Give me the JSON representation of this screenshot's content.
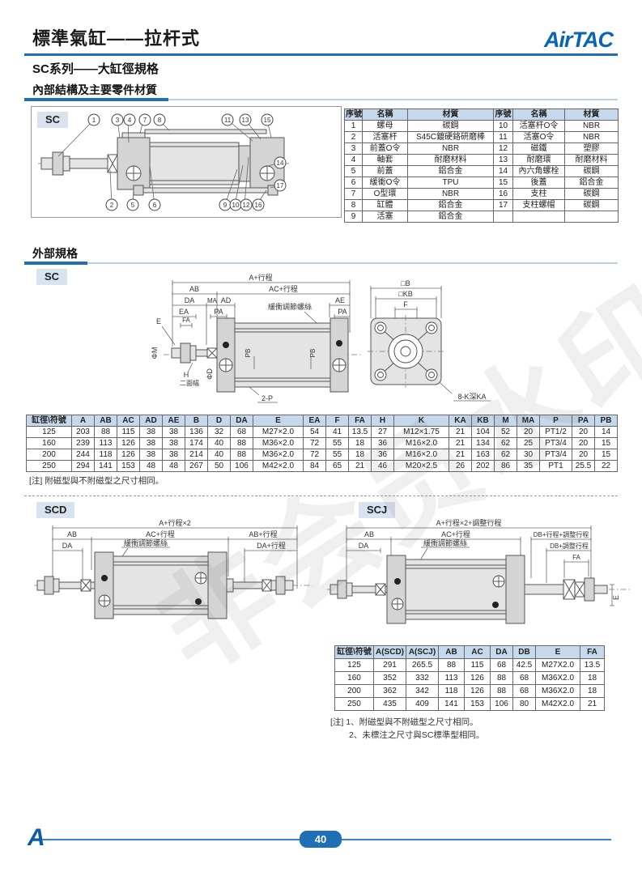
{
  "page": {
    "title": "標準氣缸——拉杆式",
    "subtitle": "SC系列——大缸徑規格",
    "logo": "AirTAC",
    "page_number": "40",
    "watermark": "非会员水印"
  },
  "sections": {
    "internal_heading": "內部結構及主要零件材質",
    "external_heading": "外部規格",
    "tag_sc_internal": "SC",
    "tag_sc": "SC",
    "tag_scd": "SCD",
    "tag_scj": "SCJ"
  },
  "parts_table": {
    "headers": [
      "序號",
      "名稱",
      "材質",
      "序號",
      "名稱",
      "材質"
    ],
    "rows": [
      [
        "1",
        "螺母",
        "碳鋼",
        "10",
        "活塞杆O令",
        "NBR"
      ],
      [
        "2",
        "活塞杆",
        "S45C鍍硬鉻研磨棒",
        "11",
        "活塞O令",
        "NBR"
      ],
      [
        "3",
        "前蓋O令",
        "NBR",
        "12",
        "磁鐵",
        "塑膠"
      ],
      [
        "4",
        "軸套",
        "耐磨材料",
        "13",
        "耐磨環",
        "耐磨材料"
      ],
      [
        "5",
        "前蓋",
        "鋁合金",
        "14",
        "內六角螺栓",
        "碳鋼"
      ],
      [
        "6",
        "緩衝O令",
        "TPU",
        "15",
        "後蓋",
        "鋁合金"
      ],
      [
        "7",
        "O型環",
        "NBR",
        "16",
        "支柱",
        "碳鋼"
      ],
      [
        "8",
        "缸體",
        "鋁合金",
        "17",
        "支柱螺帽",
        "碳鋼"
      ],
      [
        "9",
        "活塞",
        "鋁合金",
        "",
        "",
        ""
      ]
    ]
  },
  "sc_table": {
    "headers": [
      "缸徑\\符號",
      "A",
      "AB",
      "AC",
      "AD",
      "AE",
      "B",
      "D",
      "DA",
      "E",
      "EA",
      "F",
      "FA",
      "H",
      "K",
      "KA",
      "KB",
      "M",
      "MA",
      "P",
      "PA",
      "PB"
    ],
    "rows": [
      [
        "125",
        "203",
        "88",
        "115",
        "38",
        "38",
        "136",
        "32",
        "68",
        "M27×2.0",
        "54",
        "41",
        "13.5",
        "27",
        "M12×1.75",
        "21",
        "104",
        "52",
        "20",
        "PT1/2",
        "20",
        "14"
      ],
      [
        "160",
        "239",
        "113",
        "126",
        "38",
        "38",
        "174",
        "40",
        "88",
        "M36×2.0",
        "72",
        "55",
        "18",
        "36",
        "M16×2.0",
        "21",
        "134",
        "62",
        "25",
        "PT3/4",
        "20",
        "15"
      ],
      [
        "200",
        "244",
        "118",
        "126",
        "38",
        "38",
        "214",
        "40",
        "88",
        "M36×2.0",
        "72",
        "55",
        "18",
        "36",
        "M16×2.0",
        "21",
        "163",
        "62",
        "30",
        "PT3/4",
        "20",
        "15"
      ],
      [
        "250",
        "294",
        "141",
        "153",
        "48",
        "48",
        "267",
        "50",
        "106",
        "M42×2.0",
        "84",
        "65",
        "21",
        "46",
        "M20×2.5",
        "26",
        "202",
        "86",
        "35",
        "PT1",
        "25.5",
        "22"
      ]
    ],
    "note": "[注] 附磁型與不附磁型之尺寸相同。"
  },
  "scd_scj_table": {
    "headers": [
      "缸徑\\符號",
      "A(SCD)",
      "A(SCJ)",
      "AB",
      "AC",
      "DA",
      "DB",
      "E",
      "FA"
    ],
    "rows": [
      [
        "125",
        "291",
        "265.5",
        "88",
        "115",
        "68",
        "42.5",
        "M27X2.0",
        "13.5"
      ],
      [
        "160",
        "352",
        "332",
        "113",
        "126",
        "88",
        "68",
        "M36X2.0",
        "18"
      ],
      [
        "200",
        "362",
        "342",
        "118",
        "126",
        "88",
        "68",
        "M36X2.0",
        "18"
      ],
      [
        "250",
        "435",
        "409",
        "141",
        "153",
        "106",
        "80",
        "M42X2.0",
        "21"
      ]
    ],
    "note1": "[注] 1、附磁型與不附磁型之尺寸相同。",
    "note2": "2、未標注之尺寸與SC標準型相同。"
  },
  "diagrams": {
    "internal_callouts": [
      "1",
      "2",
      "3",
      "4",
      "5",
      "6",
      "7",
      "8",
      "9",
      "10",
      "11",
      "12",
      "13",
      "14",
      "15",
      "16",
      "17"
    ],
    "sc": {
      "dim_a": "A+行程",
      "dim_ac": "AC+行程",
      "dim_ab": "AB",
      "dim_da": "DA",
      "dim_ma": "MA",
      "dim_ad": "AD",
      "dim_ea": "EA",
      "dim_pa": "PA",
      "dim_ae": "AE",
      "dim_pa2": "PA",
      "cushion": "緩衝調節螺絲",
      "dim_e": "E",
      "dim_fa": "FA",
      "dim_m": "ΦM",
      "dim_h": "H",
      "flats": "二面幅",
      "dim_d": "ΦD",
      "dim_pb": "PB",
      "dim_pb2": "PB",
      "port": "2-P",
      "dim_b": "□B",
      "dim_kb": "□KB",
      "dim_f": "F",
      "bolt_note": "8-K深KA"
    },
    "scd": {
      "dim_total": "A+行程×2",
      "dim_ac": "AC+行程",
      "dim_ab_stroke": "AB+行程",
      "dim_ab": "AB",
      "dim_da": "DA",
      "dim_da_stroke": "DA+行程",
      "cushion": "緩衝調節螺絲"
    },
    "scj": {
      "dim_total": "A+行程×2+調整行程",
      "dim_ac": "AC+行程",
      "dim_db_stroke": "DB+行程+調整行程",
      "dim_db_adj": "DB+調整行程",
      "dim_ab": "AB",
      "dim_da": "DA",
      "dim_fa": "FA",
      "dim_e": "E",
      "cushion": "緩衝調節螺絲"
    }
  }
}
